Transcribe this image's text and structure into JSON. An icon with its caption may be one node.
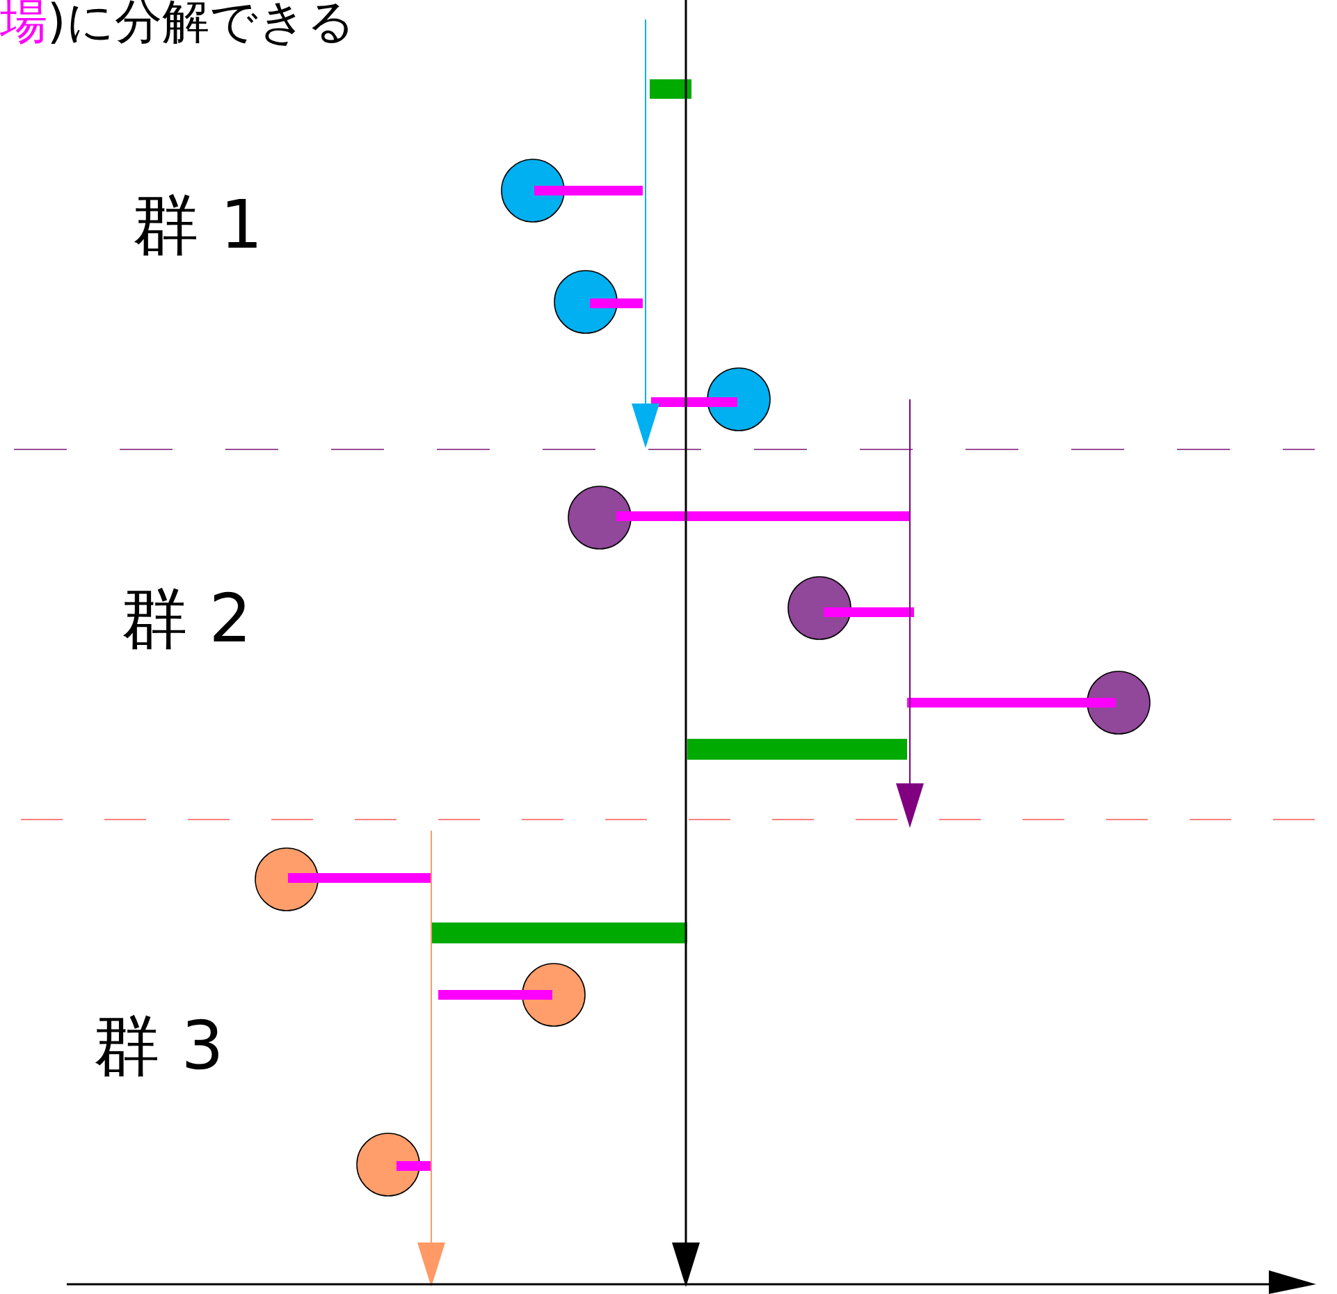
{
  "diagram": {
    "labels": [
      "場",
      ")に分解できる",
      "群 1",
      "群 2",
      "群 3"
    ]
  }
}
